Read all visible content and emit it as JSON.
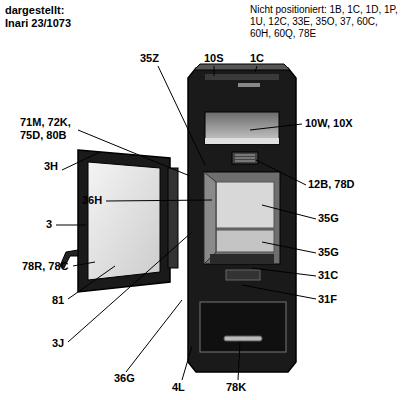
{
  "diagram": {
    "labels": [
      "dargestellt: Inari 23/1073",
      "Nicht positioniert: 1B, 1C, 1D, 1P, 1U, 12C, 33E, 35O, 37, 60C, 60H, 60Q, 78E",
      "35Z",
      "10S",
      "1C",
      "10W, 10X",
      "71M, 72K, 75D, 80B",
      "3H",
      "36H",
      "3",
      "12B, 78D",
      "35G",
      "35G",
      "31C",
      "78R, 78C",
      "81",
      "31F",
      "3J",
      "36G",
      "4L",
      "78K"
    ]
  }
}
